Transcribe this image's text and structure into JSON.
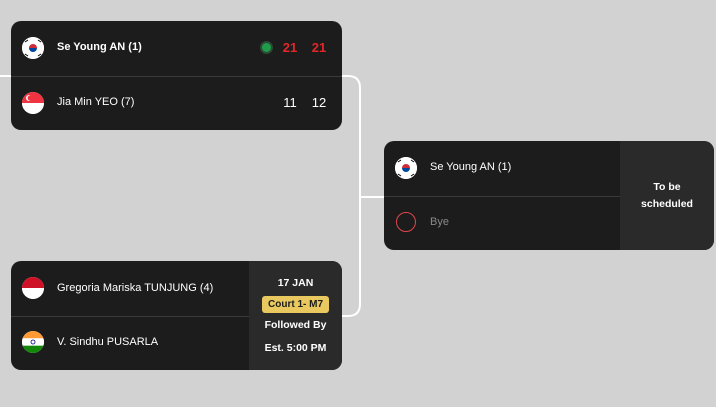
{
  "match1": {
    "player1": {
      "name": "Se Young AN (1)",
      "flag": "kr",
      "scores": [
        "21",
        "21"
      ],
      "winner": true
    },
    "player2": {
      "name": "Jia Min YEO (7)",
      "flag": "sg",
      "scores": [
        "11",
        "12"
      ],
      "winner": false
    }
  },
  "match2": {
    "player1": {
      "name": "Gregoria Mariska TUNJUNG (4)",
      "flag": "id"
    },
    "player2": {
      "name": "V. Sindhu PUSARLA",
      "flag": "in"
    },
    "schedule": {
      "date": "17 JAN",
      "court": "Court 1- M7",
      "order": "Followed By",
      "time": "Est. 5:00 PM"
    }
  },
  "match3": {
    "player1": {
      "name": "Se Young AN (1)",
      "flag": "kr"
    },
    "player2": {
      "name": "Bye"
    },
    "status": "To be scheduled"
  },
  "colors": {
    "card": "#1c1c1c",
    "winner_score": "#e4262a",
    "court_badge": "#e9c85f",
    "live_dot": "#1f9c4a",
    "background": "#d2d2d2"
  }
}
